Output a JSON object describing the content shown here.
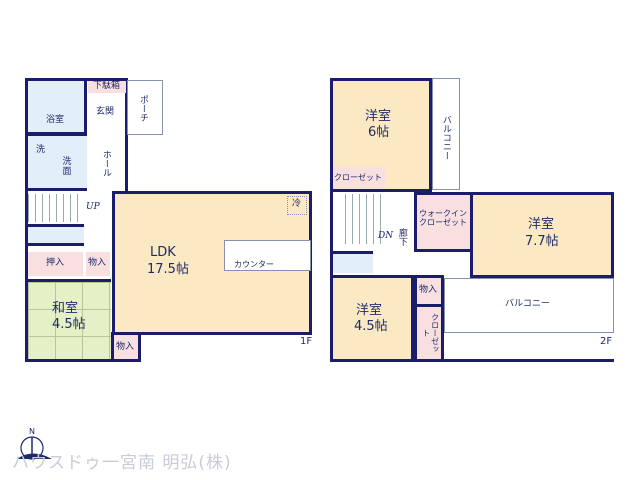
{
  "floor1": {
    "label": "1F",
    "bath": "浴室",
    "shoe": "下駄箱",
    "entrance": "玄関",
    "porch": "ポーチ",
    "wash_small": "洗",
    "washroom": "洗面",
    "hall": "ホール",
    "up": "UP",
    "closet_jp": "押入",
    "storage1": "物入",
    "washitsu": "和室",
    "washitsu_size": "4.5帖",
    "ldk": "LDK",
    "ldk_size": "17.5帖",
    "fridge": "冷",
    "counter": "カウンター",
    "storage2": "物入"
  },
  "floor2": {
    "label": "2F",
    "room1": "洋室",
    "room1_size": "6帖",
    "balcony1": "バルコニー",
    "closet1": "クローゼット",
    "dn": "DN",
    "corridor": "廊下",
    "wic": "ウォークインクローゼット",
    "room2": "洋室",
    "room2_size": "7.7帖",
    "room3": "洋室",
    "room3_size": "4.5帖",
    "storage": "物入",
    "closet2": "クローゼット",
    "balcony2": "バルコニー"
  },
  "watermark": "ハウスドゥ一宮南 明弘(株)",
  "compass": "N",
  "colors": {
    "wall": "#1c1c6e",
    "western_room": "#fbe9c3",
    "storage": "#f9e0e0",
    "wet_area": "#e2eff8",
    "tatami": "#e6f0c6"
  }
}
